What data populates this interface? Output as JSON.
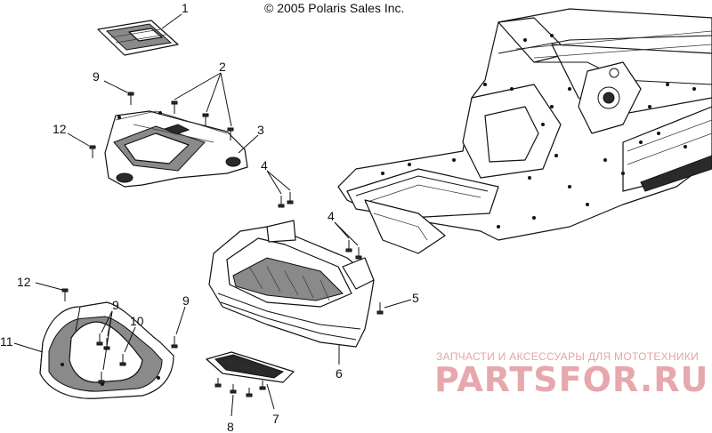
{
  "copyright": "© 2005 Polaris Sales Inc.",
  "callouts": [
    "1",
    "2",
    "9",
    "12",
    "3",
    "4",
    "4",
    "5",
    "12",
    "9",
    "9",
    "10",
    "11",
    "6",
    "8",
    "7"
  ],
  "watermark": {
    "tagline": "ЗАПЧАСТИ И АКСЕССУАРЫ ДЛЯ МОТОТЕХНИКИ",
    "brand": "PARTSFOR.RU",
    "color": "#e6a8ad"
  },
  "colors": {
    "line": "#111111",
    "shading": "#8a8a8a"
  }
}
